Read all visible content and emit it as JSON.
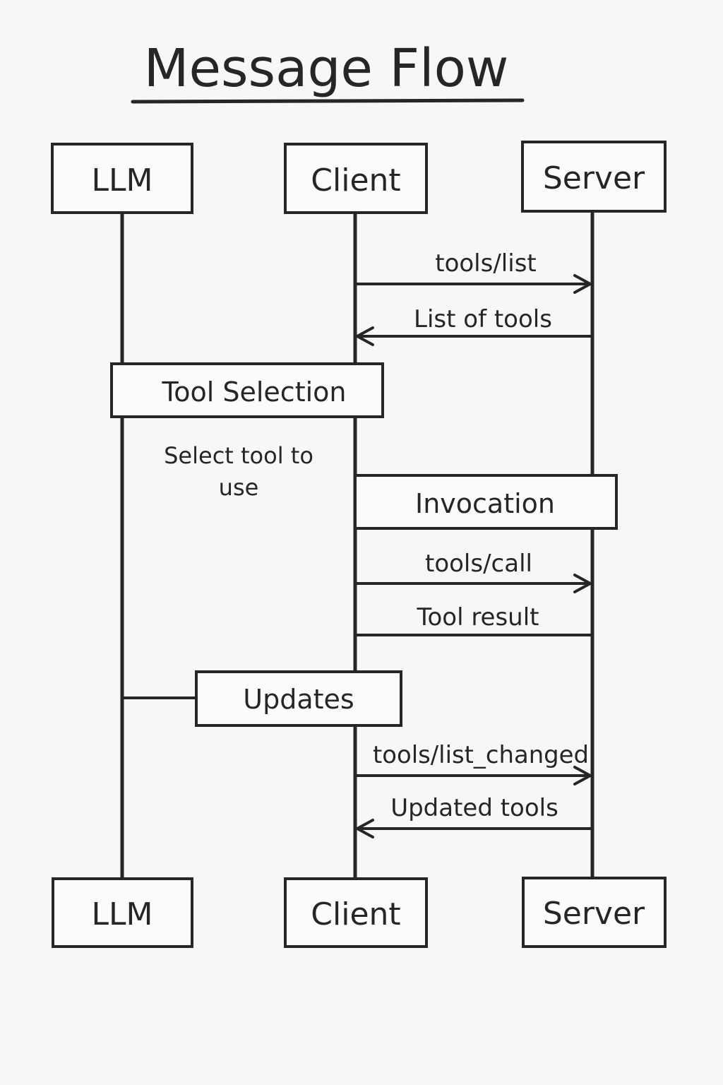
{
  "title": "Message Flow",
  "participants": {
    "llm": "LLM",
    "client": "Client",
    "server": "Server"
  },
  "frames": {
    "tool_selection": "Tool Selection",
    "invocation": "Invocation",
    "updates": "Updates"
  },
  "note": {
    "line1": "Select tool to",
    "line2": "use"
  },
  "messages": {
    "tools_list": "tools/list",
    "list_of_tools": "List of tools",
    "tools_call": "tools/call",
    "tool_result": "Tool result",
    "tools_list_changed": "tools/list_changed",
    "updated_tools": "Updated tools"
  },
  "colors": {
    "ink": "#262626",
    "background": "#f7f7f5"
  }
}
